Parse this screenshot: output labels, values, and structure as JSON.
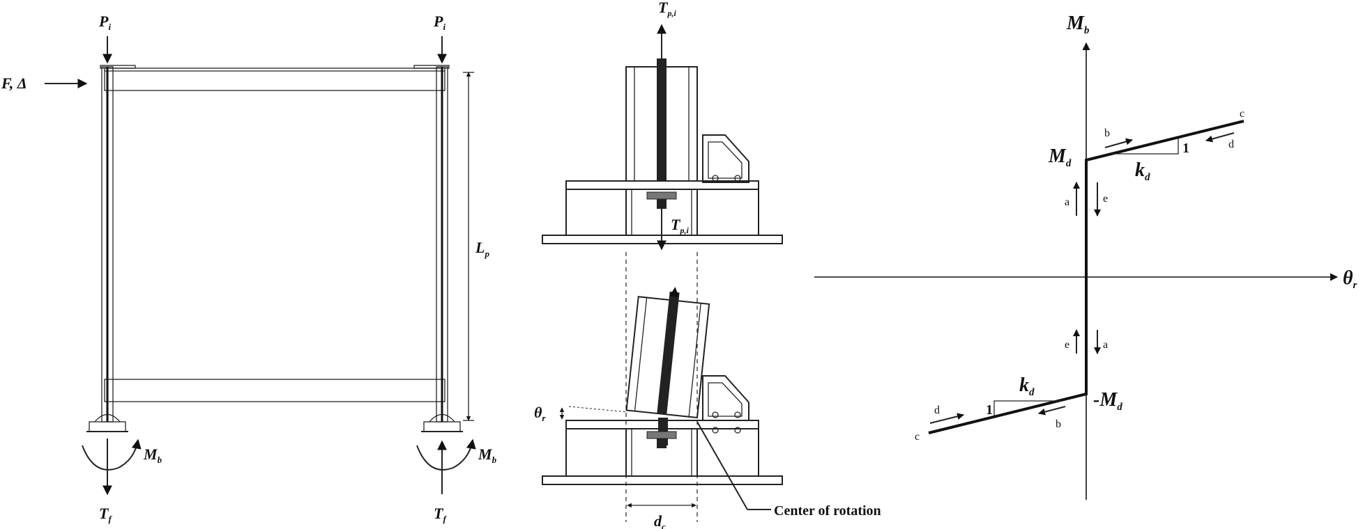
{
  "frame": {
    "load_left": "P",
    "load_left_sub": "i",
    "load_right": "P",
    "load_right_sub": "i",
    "lateral_load": "F, Δ",
    "height_label": "L",
    "height_sub": "p",
    "moment_left": "M",
    "moment_left_sub": "b",
    "moment_right": "M",
    "moment_right_sub": "b",
    "tension_left": "T",
    "tension_left_sub": "f",
    "tension_right": "T",
    "tension_right_sub": "f"
  },
  "connection": {
    "tension_top": "T",
    "tension_top_sub": "p,i",
    "tension_mid": "T",
    "tension_mid_sub": "p,i",
    "rotation": "θ",
    "rotation_sub": "r",
    "width_label": "d",
    "width_sub": "c",
    "center_label": "Center of rotation"
  },
  "graph": {
    "y_axis": "M",
    "y_axis_sub": "b",
    "x_axis": "θ",
    "x_axis_sub": "r",
    "pos_moment": "M",
    "pos_moment_sub": "d",
    "neg_moment": "-M",
    "neg_moment_sub": "d",
    "slope_pos": "k",
    "slope_pos_sub": "d",
    "slope_neg": "k",
    "slope_neg_sub": "d",
    "unit_pos": "1",
    "unit_neg": "1",
    "path_labels": {
      "a": "a",
      "b": "b",
      "c": "c",
      "d": "d",
      "e": "e"
    }
  }
}
